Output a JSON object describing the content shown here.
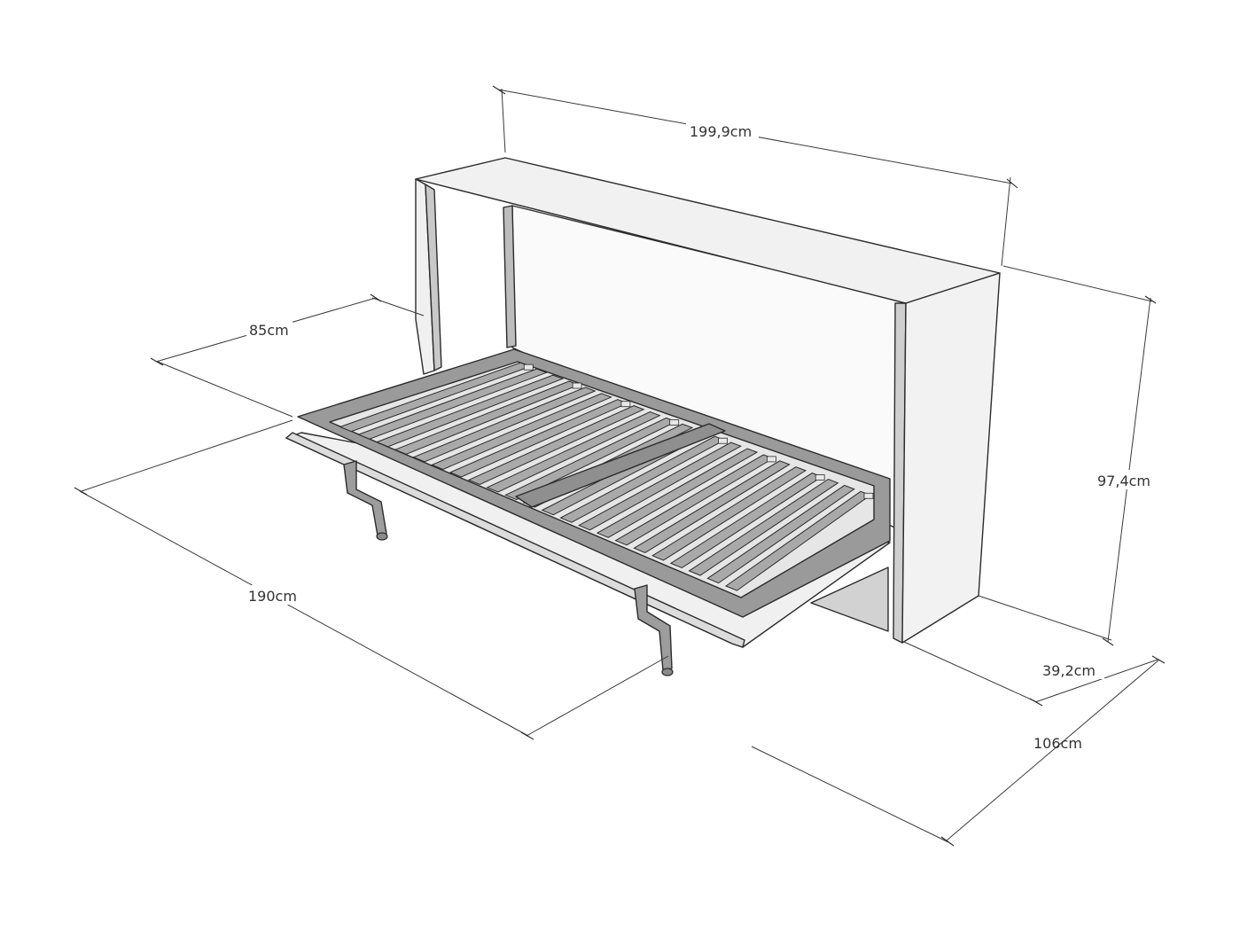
{
  "dimensions": {
    "top_width": "199,9cm",
    "bed_width": "85cm",
    "height": "97,4cm",
    "bed_length": "190cm",
    "cabinet_depth": "39,2cm",
    "open_depth": "106cm"
  },
  "colors": {
    "panel": "#f1f1f1",
    "back_panel": "#fafafa",
    "interior_shadow": "#d4d4d4",
    "frame": "#9a9a9a",
    "slat": "#a9a9a9",
    "slat_gap": "#e8e8e8",
    "leg": "#9d9d9d",
    "line": "#2b2b2b"
  }
}
